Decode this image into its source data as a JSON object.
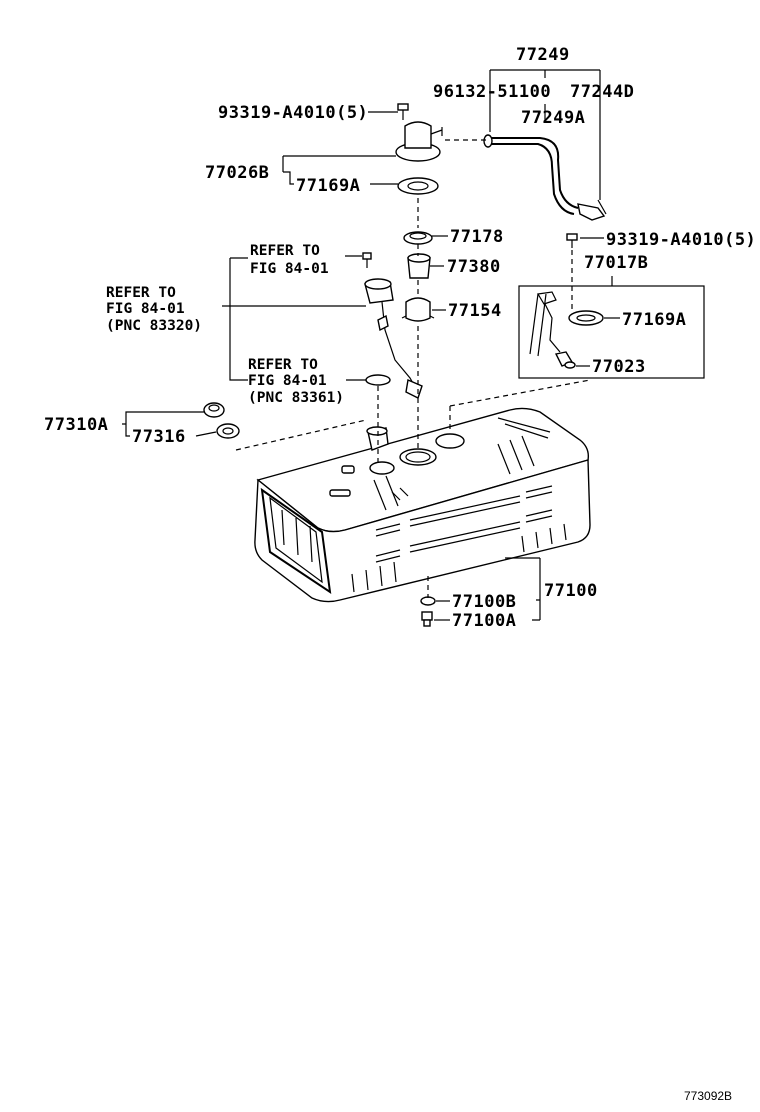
{
  "parts": {
    "p77249": "77249",
    "p96132": "96132-51100",
    "p77244d": "77244D",
    "p77249a": "77249A",
    "p93319_top": "93319-A4010(5)",
    "p77026b": "77026B",
    "p77169a_top": "77169A",
    "p77178": "77178",
    "p77380": "77380",
    "p77154": "77154",
    "p93319_right": "93319-A4010(5)",
    "p77017b": "77017B",
    "p77169a_box": "77169A",
    "p77023": "77023",
    "p77310a": "77310A",
    "p77316": "77316",
    "p77100": "77100",
    "p77100b": "77100B",
    "p77100a": "77100A"
  },
  "refs": {
    "ref1_line1": "REFER TO",
    "ref1_line2": "FIG 84-01",
    "ref2_line1": "REFER TO",
    "ref2_line2": "FIG 84-01",
    "ref2_line3": "(PNC 83320)",
    "ref3_line1": "REFER TO",
    "ref3_line2": "FIG 84-01",
    "ref3_line3": "(PNC 83361)"
  },
  "diagram_code": "773092B"
}
